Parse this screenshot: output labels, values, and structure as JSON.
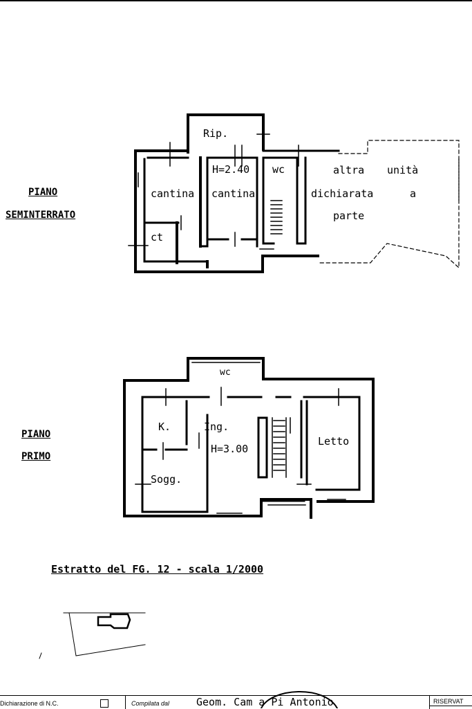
{
  "floors": {
    "basement": {
      "label_line1": "PIANO",
      "label_line2": "SEMINTERRATO"
    },
    "first": {
      "label_line1": "PIANO",
      "label_line2": "PRIMO"
    }
  },
  "rooms": {
    "rip": "Rip.",
    "h240": "H=2.40",
    "wc_basement": "wc",
    "cantina_1": "cantina",
    "cantina_2": "cantina",
    "ct": "ct",
    "altra_unita_1": "altra",
    "altra_unita_2": "unità",
    "altra_unita_3": "dichiarata",
    "altra_unita_4": "a",
    "altra_unita_5": "parte",
    "wc_first": "wc",
    "k": "K.",
    "ing": "Ing.",
    "h300": "H=3.00",
    "letto": "Letto",
    "sogg": "Sogg."
  },
  "extract": {
    "title": "Estratto del FG. 12 - scala 1/2000"
  },
  "footer": {
    "dichiarazione": "Dichiarazione di N.C.",
    "compilata": "Compilata dal",
    "author": "Geom. Cam  a Pi  Antonio",
    "riservato": "RISERVAT"
  }
}
